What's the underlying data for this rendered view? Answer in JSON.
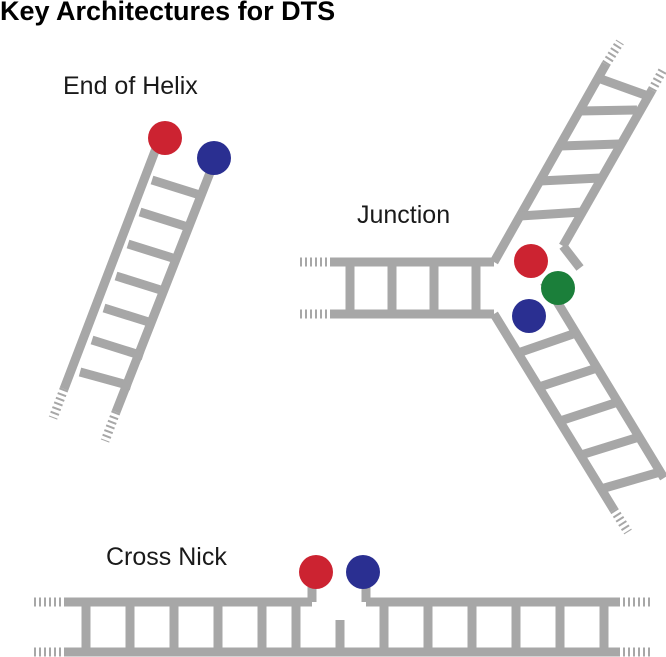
{
  "title": "Key Architectures for DTS",
  "labels": {
    "end_of_helix": "End of Helix",
    "junction": "Junction",
    "cross_nick": "Cross Nick"
  },
  "colors": {
    "strand": "#a7a7a7",
    "red": "#cc2331",
    "blue": "#2a2f91",
    "green": "#1b7f3a"
  }
}
